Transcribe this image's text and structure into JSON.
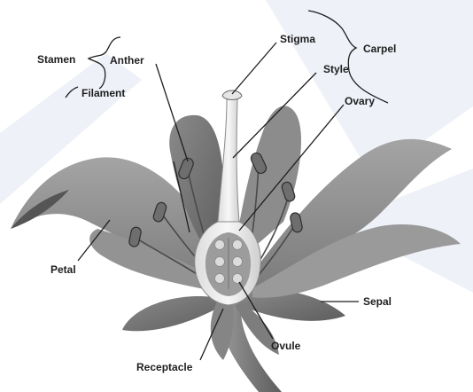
{
  "labels": {
    "stamen": "Stamen",
    "anther": "Anther",
    "filament": "Filament",
    "stigma": "Stigma",
    "carpel": "Carpel",
    "style": "Style",
    "ovary": "Ovary",
    "petal": "Petal",
    "sepal": "Sepal",
    "ovule": "Ovule",
    "receptacle": "Receptacle"
  },
  "colors": {
    "background": "#ffffff",
    "watermark": "#eef1f8",
    "petal_fill": "#8f8f8f",
    "petal_shadow": "#6a6a6a",
    "carpel_fill": "#f2f2f2",
    "stem_fill": "#7a7a7a",
    "leader_line": "#1e1e1e"
  }
}
